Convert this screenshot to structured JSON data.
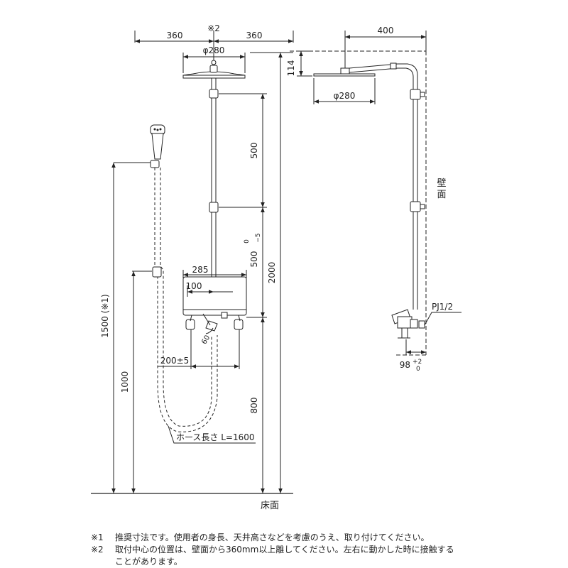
{
  "front_view": {
    "dim_left": "360",
    "dim_center_mark": "※2",
    "dim_right": "360",
    "head_diameter": "φ280",
    "arm_spacing_upper": "500",
    "arm_spacing_lower": "500",
    "arm_tol_upper": "0",
    "arm_tol_lower": "−5",
    "body_width": "285",
    "body_offset": "100",
    "angle": "60",
    "inlet_pitch": "200±5",
    "valve_height": "800",
    "total_height": "2000",
    "hanger_height": "1500 (※1)",
    "hook_height": "1000",
    "hose_length": "ホース長さ L=1600",
    "floor": "床面"
  },
  "side_view": {
    "arm_length": "400",
    "head_drop": "114",
    "head_diameter": "φ280",
    "wall": "壁面",
    "pipe_thread": "PJ1/2",
    "projection": "98",
    "proj_tol_upper": "+2",
    "proj_tol_lower": "0"
  },
  "notes": [
    {
      "mark": "※1",
      "text": "推奨寸法です。使用者の身長、天井高さなどを考慮のうえ、取り付けてください。"
    },
    {
      "mark": "※2",
      "text": "取付中心の位置は、壁面から360mm以上離してください。左右に動かした時に接触する"
    }
  ],
  "notes_continuation": "ことがあります。"
}
